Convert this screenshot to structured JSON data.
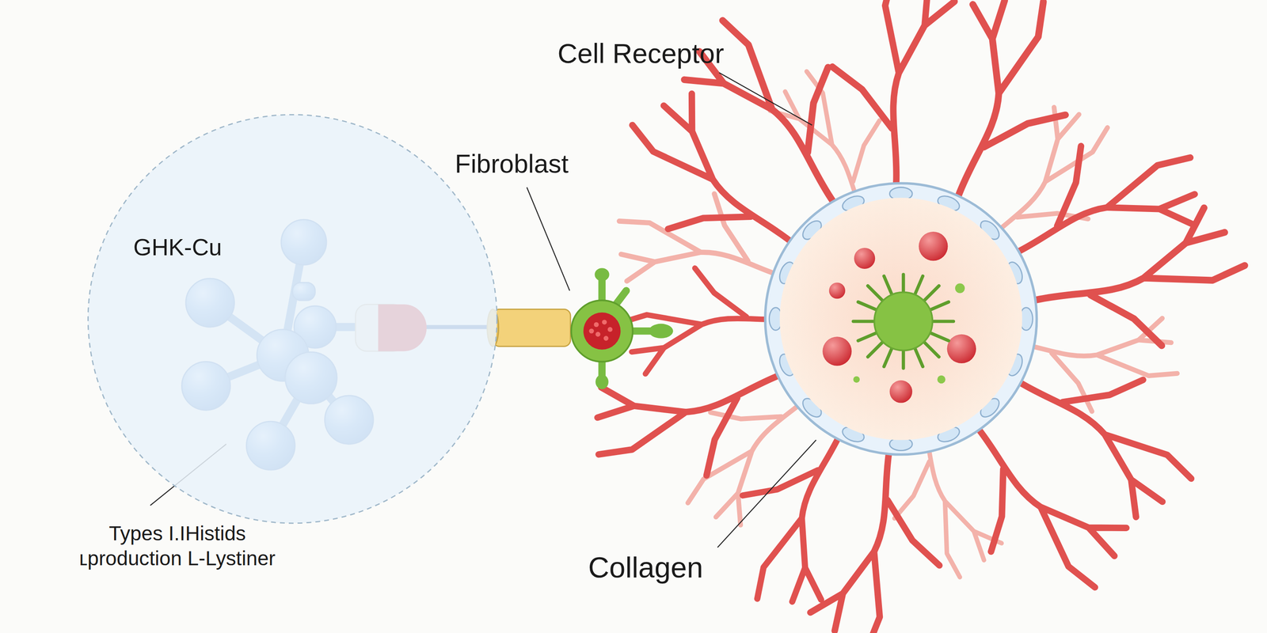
{
  "diagram": {
    "nodes": [
      {
        "text": [
          "GHK-Cu"
        ]
      }
    ],
    "labels": [
      "Cell Receptor",
      "Fibroblast",
      "Types I.IHistids ʟproduction L-Lystiner",
      "Collagen"
    ]
  }
}
